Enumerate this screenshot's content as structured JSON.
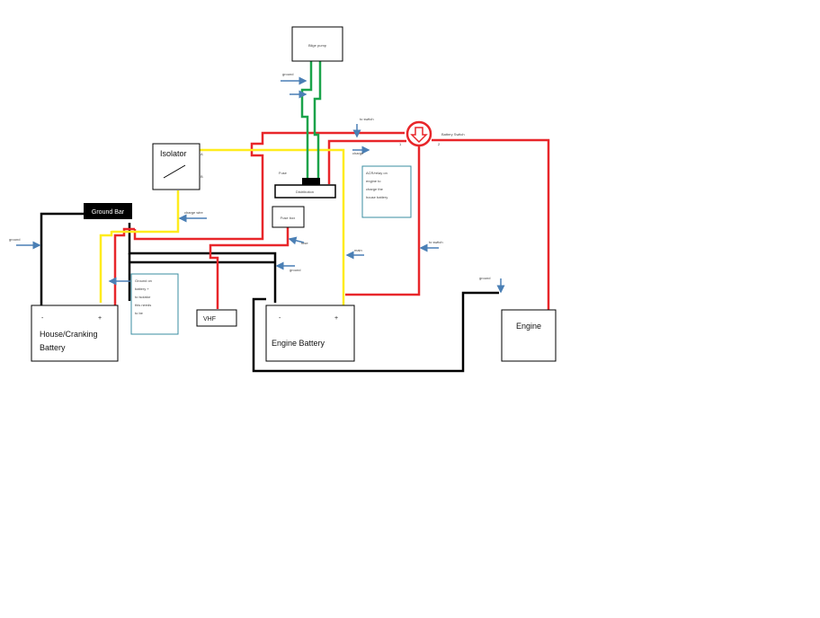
{
  "colors": {
    "wire_red": "#e8262a",
    "wire_yellow": "#ffec1e",
    "wire_green": "#1aa34a",
    "wire_black": "#000000",
    "arrow_blue": "#4a7fb5",
    "box_teal": "#3a8ca0",
    "block_black": "#000000"
  },
  "components": {
    "top_box": "Bilge pump",
    "isolator": "Isolator",
    "isolator_terminal_a": "A",
    "isolator_terminal_b": "B",
    "ground_bar": "Ground Bar",
    "house_battery": {
      "line1": "House/Cranking",
      "line2": "Battery",
      "minus": "-",
      "plus": "+"
    },
    "engine_battery": {
      "label": "Engine Battery",
      "minus": "-",
      "plus": "+"
    },
    "engine": "Engine",
    "dist_block": "Distribution",
    "small_box": "Fuse box",
    "dash_box": "VHF",
    "battery_switch": "Battery Switch",
    "switch_terminal_a": "1",
    "switch_terminal_b": "2",
    "fuse_label": "Fuse"
  },
  "notes": {
    "teal_box_1": [
      "Ground on",
      "battery +",
      "to isolator",
      "this needs",
      "to be"
    ],
    "teal_box_2": [
      "ACR/relay on",
      "engine to",
      "charge the",
      "house battery"
    ]
  },
  "annotations": {
    "a_top": "ground",
    "a_mid": "ground",
    "a_left": "ground",
    "a_isolator": "charge wire",
    "a_switch": "to switch",
    "a_red": "to switch",
    "a_eng": "ground",
    "a_cable": "main",
    "a_fuse_small": "fuse",
    "a_center": "charge"
  }
}
